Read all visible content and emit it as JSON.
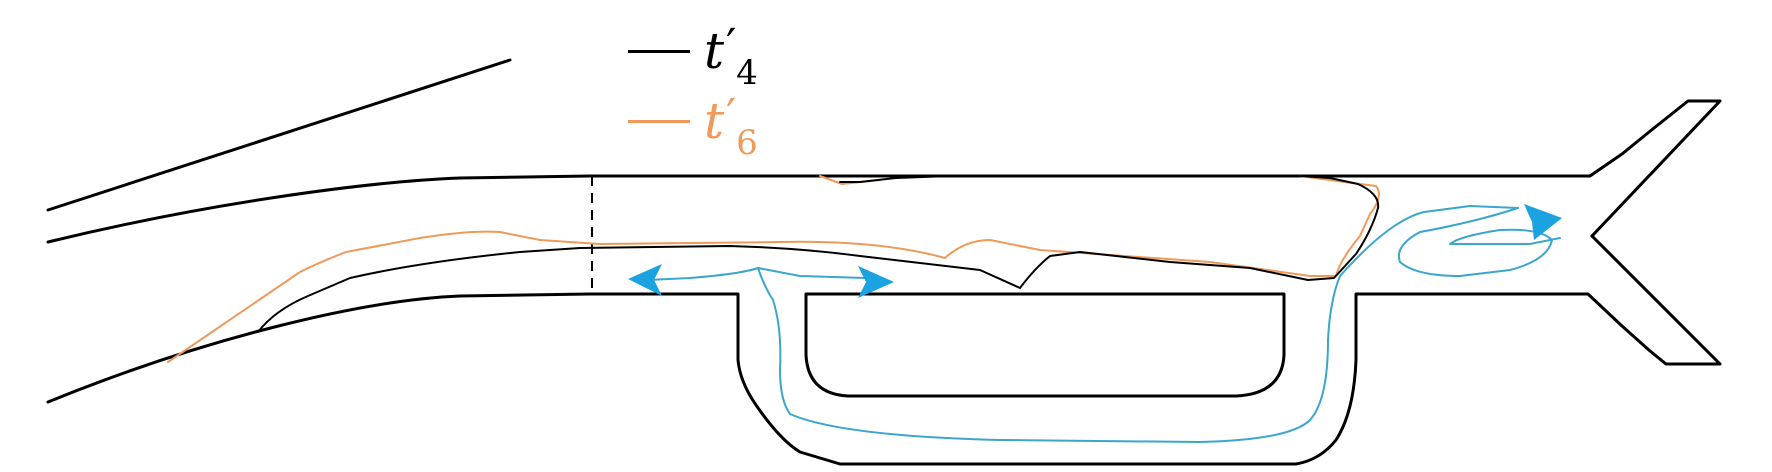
{
  "legend": {
    "items": [
      {
        "symbol": "t",
        "prime": "′",
        "subscript": "4",
        "color": "#000000"
      },
      {
        "symbol": "t",
        "prime": "′",
        "subscript": "6",
        "color": "#ee9a5a"
      }
    ]
  },
  "colors": {
    "geometry": "#000000",
    "flow_arrows": "#1aa3e0",
    "flow_line": "#3aa6cc"
  }
}
